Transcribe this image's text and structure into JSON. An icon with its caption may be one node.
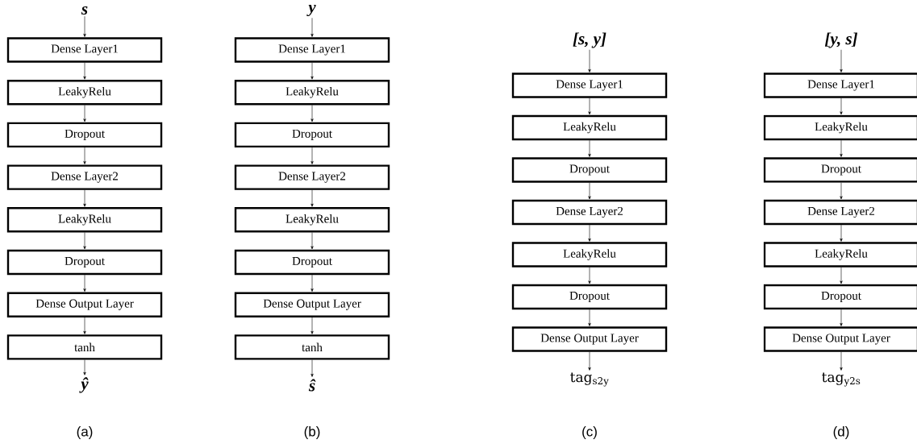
{
  "diagram": {
    "nodes": [
      {
        "text": [
          "s"
        ]
      },
      {
        "text": [
          "Dense Layer1"
        ]
      },
      {
        "text": [
          "LeakyRelu"
        ]
      },
      {
        "text": [
          "Dropout"
        ]
      },
      {
        "text": [
          "Dense Layer2"
        ]
      },
      {
        "text": [
          "LeakyRelu"
        ]
      },
      {
        "text": [
          "Dropout"
        ]
      },
      {
        "text": [
          "Dense Output Layer"
        ]
      },
      {
        "text": [
          "tanh"
        ]
      },
      {
        "text": [
          "ŷ"
        ]
      },
      {
        "text": [
          "y"
        ]
      },
      {
        "text": [
          "Dense Layer1"
        ]
      },
      {
        "text": [
          "LeakyRelu"
        ]
      },
      {
        "text": [
          "Dropout"
        ]
      },
      {
        "text": [
          "Dense Layer2"
        ]
      },
      {
        "text": [
          "LeakyRelu"
        ]
      },
      {
        "text": [
          "Dropout"
        ]
      },
      {
        "text": [
          "Dense Output Layer"
        ]
      },
      {
        "text": [
          "tanh"
        ]
      },
      {
        "text": [
          "ŝ"
        ]
      },
      {
        "text": [
          "[s, y]"
        ]
      },
      {
        "text": [
          "Dense Layer1"
        ]
      },
      {
        "text": [
          "LeakyRelu"
        ]
      },
      {
        "text": [
          "Dropout"
        ]
      },
      {
        "text": [
          "Dense Layer2"
        ]
      },
      {
        "text": [
          "LeakyRelu"
        ]
      },
      {
        "text": [
          "Dropout"
        ]
      },
      {
        "text": [
          "Dense Output Layer"
        ]
      },
      {
        "text": [
          "tag$_{s2y}$"
        ]
      },
      {
        "text": [
          "[y, s]"
        ]
      },
      {
        "text": [
          "Dense Layer1"
        ]
      },
      {
        "text": [
          "LeakyRelu"
        ]
      },
      {
        "text": [
          "Dropout"
        ]
      },
      {
        "text": [
          "Dense Layer2"
        ]
      },
      {
        "text": [
          "LeakyRelu"
        ]
      },
      {
        "text": [
          "Dropout"
        ]
      },
      {
        "text": [
          "Dense Output Layer"
        ]
      },
      {
        "text": [
          "tag$_{y2s}$"
        ]
      }
    ],
    "edges": [
      {
        "from": 0,
        "to": 1,
        "arrow": "to"
      },
      {
        "from": 1,
        "to": 2,
        "arrow": "to"
      },
      {
        "from": 2,
        "to": 3,
        "arrow": "to"
      },
      {
        "from": 3,
        "to": 4,
        "arrow": "to"
      },
      {
        "from": 4,
        "to": 5,
        "arrow": "to"
      },
      {
        "from": 5,
        "to": 6,
        "arrow": "to"
      },
      {
        "from": 6,
        "to": 7,
        "arrow": "to"
      },
      {
        "from": 7,
        "to": 8,
        "arrow": "to"
      },
      {
        "from": 8,
        "to": 9,
        "arrow": "to"
      },
      {
        "from": 10,
        "to": 11,
        "arrow": "to"
      },
      {
        "from": 11,
        "to": 12,
        "arrow": "to"
      },
      {
        "from": 12,
        "to": 13,
        "arrow": "to"
      },
      {
        "from": 13,
        "to": 14,
        "arrow": "to"
      },
      {
        "from": 14,
        "to": 15,
        "arrow": "to"
      },
      {
        "from": 15,
        "to": 16,
        "arrow": "to"
      },
      {
        "from": 16,
        "to": 17,
        "arrow": "to"
      },
      {
        "from": 17,
        "to": 18,
        "arrow": "to"
      },
      {
        "from": 18,
        "to": 19,
        "arrow": "to"
      },
      {
        "from": 20,
        "to": 21,
        "arrow": "to"
      },
      {
        "from": 21,
        "to": 22,
        "arrow": "to"
      },
      {
        "from": 22,
        "to": 23,
        "arrow": "to"
      },
      {
        "from": 23,
        "to": 24,
        "arrow": "to"
      },
      {
        "from": 24,
        "to": 25,
        "arrow": "to"
      },
      {
        "from": 25,
        "to": 26,
        "arrow": "to"
      },
      {
        "from": 26,
        "to": 27,
        "arrow": "to"
      },
      {
        "from": 27,
        "to": 28,
        "arrow": "to"
      },
      {
        "from": 29,
        "to": 30,
        "arrow": "to"
      },
      {
        "from": 30,
        "to": 31,
        "arrow": "to"
      },
      {
        "from": 31,
        "to": 32,
        "arrow": "to"
      },
      {
        "from": 32,
        "to": 33,
        "arrow": "to"
      },
      {
        "from": 33,
        "to": 34,
        "arrow": "to"
      },
      {
        "from": 34,
        "to": 35,
        "arrow": "to"
      },
      {
        "from": 35,
        "to": 36,
        "arrow": "to"
      },
      {
        "from": 36,
        "to": 37,
        "arrow": "to"
      }
    ],
    "labels": [
      "(a)",
      "(b)",
      "(c)",
      "(d)"
    ]
  }
}
